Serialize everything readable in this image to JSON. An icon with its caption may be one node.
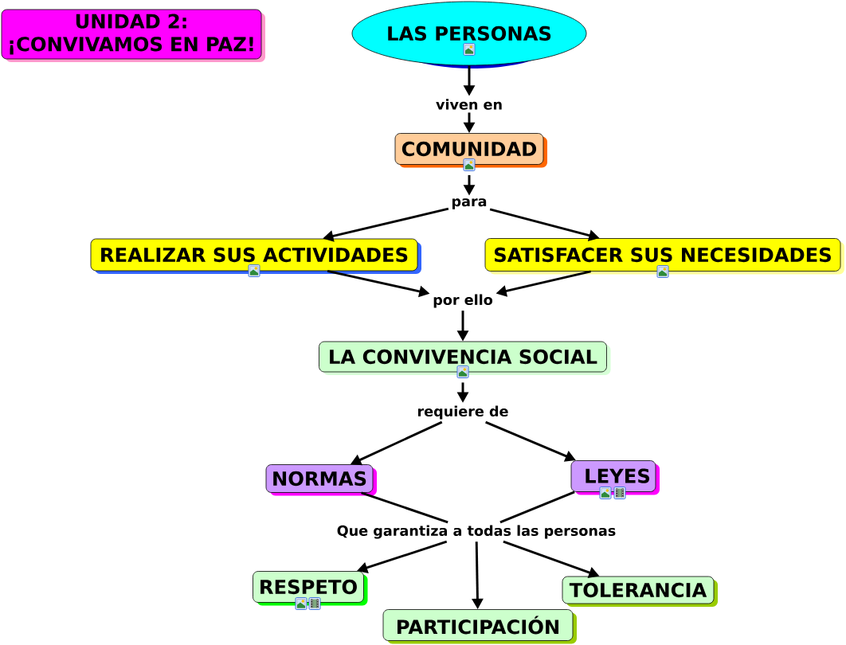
{
  "diagram": {
    "nodes": [
      {
        "text": [
          "UNIDAD 2: ¡CONVIVAMOS EN PAZ!"
        ]
      },
      {
        "text": [
          "LAS PERSONAS"
        ]
      },
      {
        "text": [
          "viven en"
        ]
      },
      {
        "text": [
          "COMUNIDAD"
        ]
      },
      {
        "text": [
          "para"
        ]
      },
      {
        "text": [
          "REALIZAR SUS ACTIVIDADES"
        ]
      },
      {
        "text": [
          "SATISFACER SUS NECESIDADES"
        ]
      },
      {
        "text": [
          "por ello"
        ]
      },
      {
        "text": [
          "LA CONVIVENCIA SOCIAL"
        ]
      },
      {
        "text": [
          "requiere de"
        ]
      },
      {
        "text": [
          "NORMAS"
        ]
      },
      {
        "text": [
          "LEYES"
        ]
      },
      {
        "text": [
          "Que garantiza a todas las personas"
        ]
      },
      {
        "text": [
          "RESPETO"
        ]
      },
      {
        "text": [
          "PARTICIPACIÓN"
        ]
      },
      {
        "text": [
          "TOLERANCIA"
        ]
      }
    ],
    "edges": [
      {
        "from": 1,
        "to": 2,
        "arrow": "to"
      },
      {
        "from": 2,
        "to": 3,
        "arrow": "to"
      },
      {
        "from": 3,
        "to": 4,
        "arrow": "to"
      },
      {
        "from": 4,
        "to": 5,
        "arrow": "to"
      },
      {
        "from": 4,
        "to": 6,
        "arrow": "to"
      },
      {
        "from": 5,
        "to": 7,
        "arrow": "to"
      },
      {
        "from": 6,
        "to": 7,
        "arrow": "to"
      },
      {
        "from": 7,
        "to": 8,
        "arrow": "to"
      },
      {
        "from": 8,
        "to": 9,
        "arrow": "to"
      },
      {
        "from": 9,
        "to": 10,
        "arrow": "to"
      },
      {
        "from": 9,
        "to": 11,
        "arrow": "to"
      },
      {
        "from": 10,
        "to": 12,
        "arrow": "none"
      },
      {
        "from": 11,
        "to": 12,
        "arrow": "none"
      },
      {
        "from": 12,
        "to": 13,
        "arrow": "to"
      },
      {
        "from": 12,
        "to": 14,
        "arrow": "to"
      },
      {
        "from": 12,
        "to": 15,
        "arrow": "to"
      }
    ]
  }
}
